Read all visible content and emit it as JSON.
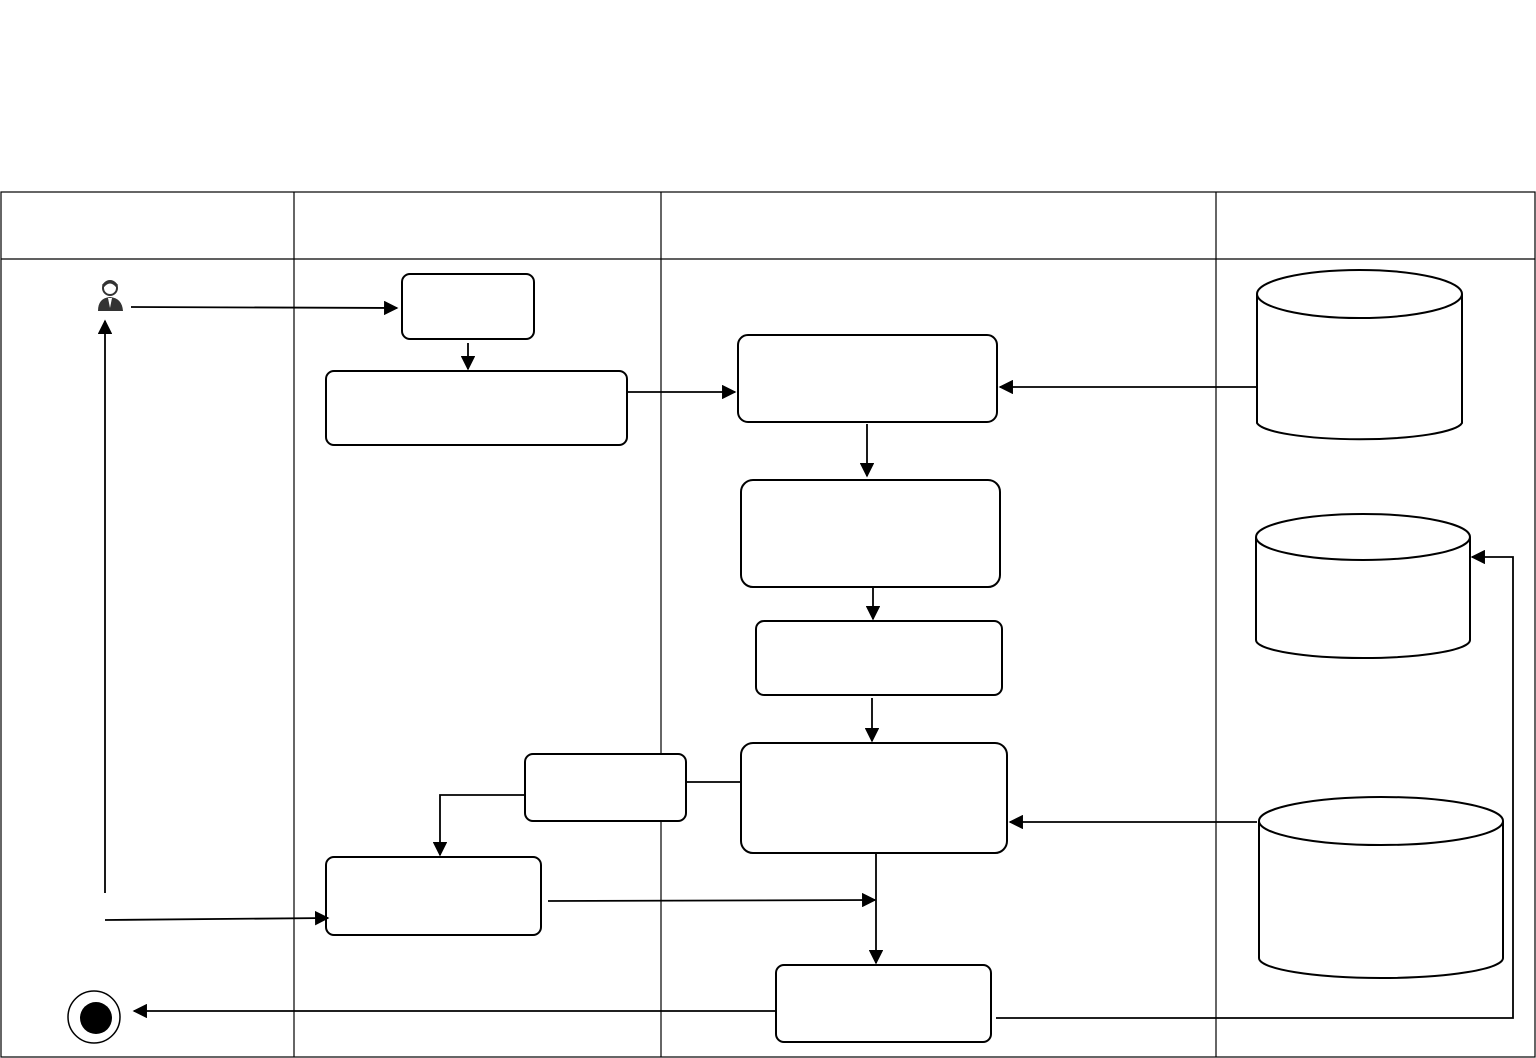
{
  "diagram": {
    "lanes": [
      {
        "id": "lane-1",
        "label": ""
      },
      {
        "id": "lane-2",
        "label": ""
      },
      {
        "id": "lane-3",
        "label": ""
      },
      {
        "id": "lane-4",
        "label": ""
      }
    ],
    "nodes": {
      "start_box": "",
      "input_box": "",
      "process_a": "",
      "process_b": "",
      "process_c": "",
      "process_d": "",
      "side_box": "",
      "result_box": "",
      "output_box": ""
    },
    "datastores": {
      "db_top": "",
      "db_middle": "",
      "db_bottom": ""
    },
    "icons": {
      "actor": "user-icon",
      "end": "end-node-icon"
    },
    "colors": {
      "stroke": "#000000",
      "background": "#ffffff"
    }
  }
}
